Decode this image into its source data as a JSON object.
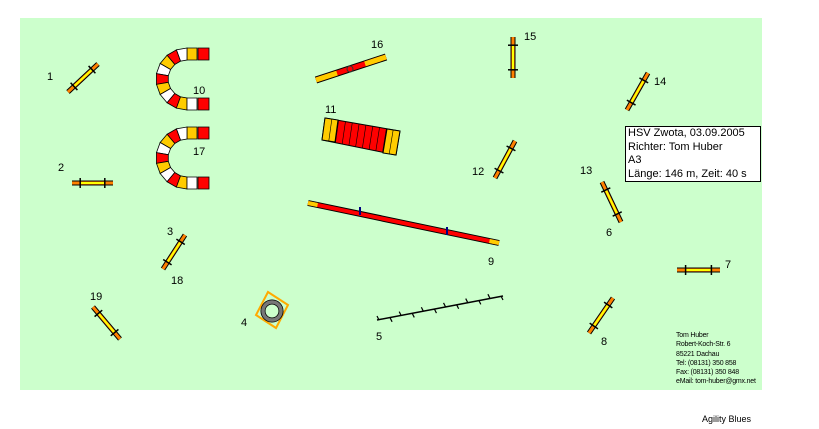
{
  "course": {
    "labels": {
      "1": "1",
      "2": "2",
      "3": "3",
      "4": "4",
      "5": "5",
      "6": "6",
      "7": "7",
      "8": "8",
      "9": "9",
      "10": "10",
      "11": "11",
      "12": "12",
      "13": "13",
      "14": "14",
      "15": "15",
      "16": "16",
      "17": "17",
      "18": "18",
      "19": "19"
    }
  },
  "info": {
    "line1": "HSV Zwota, 03.09.2005",
    "line2": "Richter: Tom Huber",
    "line3": "A3",
    "line4": "Länge: 146 m, Zeit: 40 s"
  },
  "address": {
    "name": "Tom Huber",
    "street": "Robert-Koch-Str. 6",
    "city": "85221 Dachau",
    "tel": "Tel: (08131) 350 858",
    "fax": "Fax: (08131) 350 848",
    "email": "eMail: tom-huber@gmx.net"
  },
  "footer": "Agility Blues",
  "colors": {
    "field": "#ccffcc",
    "red": "#ff0000",
    "yellow": "#ffcc00",
    "orange": "#ff8000",
    "pole": "#ffff00"
  }
}
